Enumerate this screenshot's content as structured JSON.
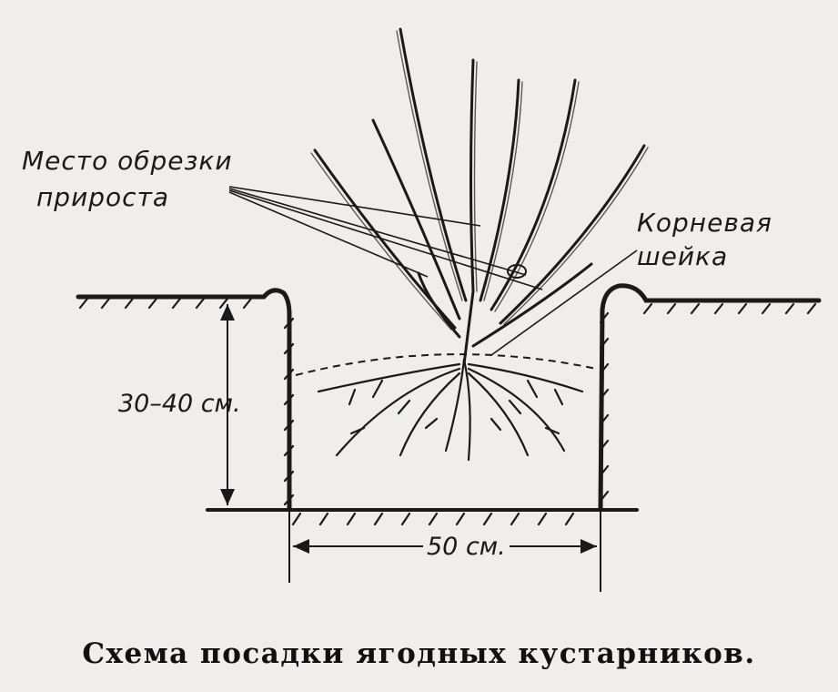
{
  "labels": {
    "cut_place_line1": "Место обрезки",
    "cut_place_line2": "прироста",
    "root_collar_line1": "Корневая",
    "root_collar_line2": "шейка",
    "depth": "30–40 см.",
    "width": "50 см."
  },
  "caption": "Схема посадки ягодных кустарников.",
  "colors": {
    "background": "#efeeea",
    "ink": "#1a1a1a"
  }
}
